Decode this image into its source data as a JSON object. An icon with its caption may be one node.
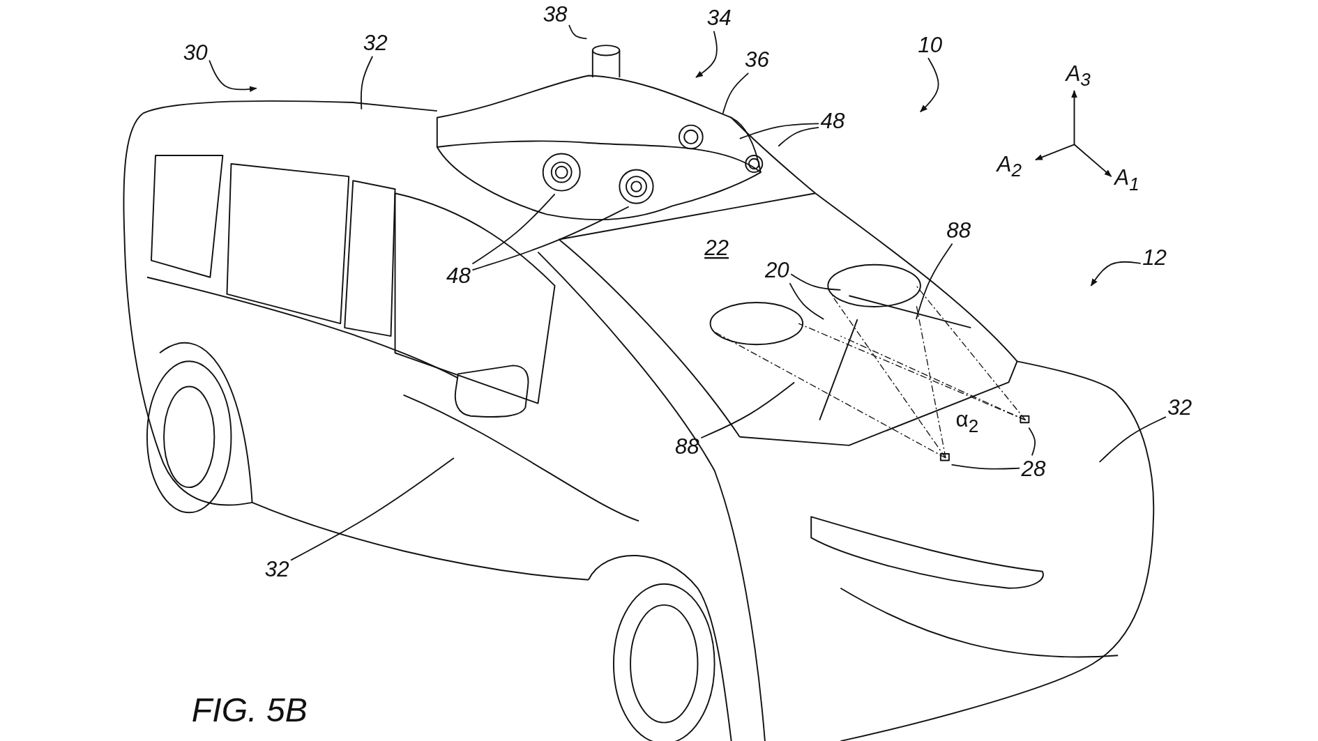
{
  "diagram": {
    "title": "FIG. 5B",
    "nodes": [
      {
        "text": [
          "30"
        ]
      },
      {
        "text": [
          "32"
        ]
      },
      {
        "text": [
          "38"
        ]
      },
      {
        "text": [
          "34"
        ]
      },
      {
        "text": [
          "36"
        ]
      },
      {
        "text": [
          "10"
        ]
      },
      {
        "text": [
          "48"
        ]
      },
      {
        "text": [
          "88"
        ]
      },
      {
        "text": [
          "12"
        ]
      },
      {
        "text": [
          "20"
        ]
      },
      {
        "text": [
          "48"
        ]
      },
      {
        "text": [
          "88"
        ]
      },
      {
        "text": [
          "32"
        ]
      },
      {
        "text": [
          "28"
        ]
      },
      {
        "text": [
          "32"
        ]
      }
    ],
    "edges": [
      {
        "from": 0,
        "to": null,
        "arrow": "to"
      },
      {
        "from": 1,
        "to": null,
        "arrow": "none"
      },
      {
        "from": 2,
        "to": null,
        "arrow": "none"
      },
      {
        "from": 3,
        "to": null,
        "arrow": "to"
      },
      {
        "from": 4,
        "to": null,
        "arrow": "none"
      },
      {
        "from": 5,
        "to": null,
        "arrow": "to"
      },
      {
        "from": 6,
        "to": null,
        "arrow": "none"
      },
      {
        "from": 6,
        "to": null,
        "arrow": "none"
      },
      {
        "from": 7,
        "to": null,
        "arrow": "none"
      },
      {
        "from": 8,
        "to": null,
        "arrow": "to"
      },
      {
        "from": 9,
        "to": null,
        "arrow": "none"
      },
      {
        "from": 9,
        "to": null,
        "arrow": "none"
      },
      {
        "from": 10,
        "to": null,
        "arrow": "none"
      },
      {
        "from": 10,
        "to": null,
        "arrow": "none"
      },
      {
        "from": 11,
        "to": null,
        "arrow": "none"
      },
      {
        "from": 12,
        "to": null,
        "arrow": "none"
      },
      {
        "from": 13,
        "to": null,
        "arrow": "none"
      },
      {
        "from": 13,
        "to": null,
        "arrow": "none"
      },
      {
        "from": 14,
        "to": null,
        "arrow": "none"
      }
    ],
    "labels": [
      "22",
      "α$_{2}$",
      "A$_{3}$",
      "A$_{2}$",
      "A$_{1}$"
    ]
  }
}
